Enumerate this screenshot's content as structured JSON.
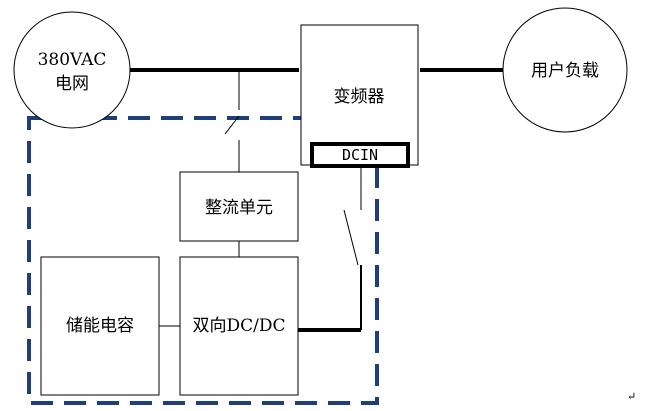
{
  "nodes": {
    "grid": {
      "line1": "380VAC",
      "line2": "电网"
    },
    "inverter": {
      "label": "变频器"
    },
    "dcin": {
      "label": "DCIN"
    },
    "load": {
      "label": "用户负载"
    },
    "rectifier": {
      "label": "整流单元"
    },
    "bidirectional": {
      "label": "双向DC/DC"
    },
    "storage": {
      "label": "储能电容"
    }
  },
  "mark": {
    "return_glyph": "↵"
  },
  "colors": {
    "line": "#000000",
    "dashed_boundary": "#1f3f7a",
    "background": "#ffffff"
  }
}
